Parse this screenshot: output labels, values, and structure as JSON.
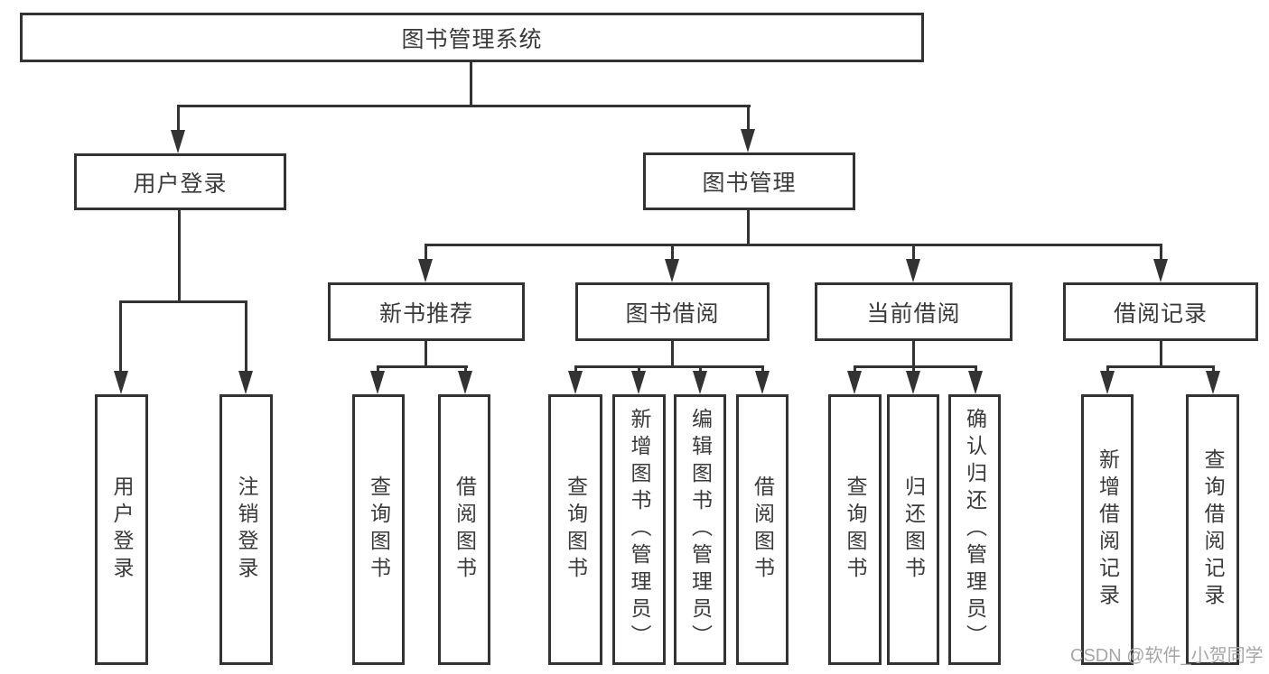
{
  "tree": {
    "root": "图书管理系统",
    "level2": [
      "用户登录",
      "图书管理"
    ],
    "level3": [
      "新书推荐",
      "图书借阅",
      "当前借阅",
      "借阅记录"
    ],
    "leaves": {
      "user_login": [
        "用户登录",
        "注销登录"
      ],
      "new_books": [
        "查询图书",
        "借阅图书"
      ],
      "book_borrow": [
        "查询图书",
        "新增图书（管理员）",
        "编辑图书（管理员）",
        "借阅图书"
      ],
      "current_borrow": [
        "查询图书",
        "归还图书",
        "确认归还（管理员）"
      ],
      "borrow_records": [
        "新增借阅记录",
        "查询借阅记录"
      ]
    }
  },
  "watermark": "CSDN @软件_小贺同学",
  "colors": {
    "line": "#333333",
    "text": "#3a3a3a",
    "background": "#ffffff",
    "watermark": "#a6a6a6"
  }
}
